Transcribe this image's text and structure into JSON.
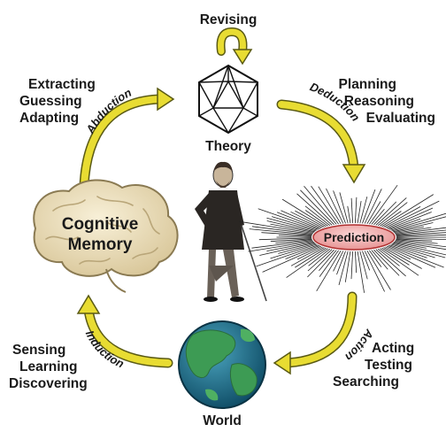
{
  "diagram": {
    "top_label": "Revising",
    "theory_label": "Theory",
    "world_label": "World",
    "memory_label_line1": "Cognitive",
    "memory_label_line2": "Memory",
    "prediction_label": "Prediction",
    "abduction": {
      "arc_label": "Abduction",
      "steps": [
        "Extracting",
        "Guessing",
        "Adapting"
      ]
    },
    "deduction": {
      "arc_label": "Deduction",
      "steps": [
        "Planning",
        "Reasoning",
        "Evaluating"
      ]
    },
    "action": {
      "arc_label": "Action",
      "steps": [
        "Acting",
        "Testing",
        "Searching"
      ]
    },
    "induction": {
      "arc_label": "Induction",
      "steps": [
        "Sensing",
        "Learning",
        "Discovering"
      ]
    }
  },
  "colors": {
    "arrow": "#e8dc32",
    "arrow_outline": "#5a5a14",
    "brain": "#efe2bc",
    "prediction_fill": "#f2b4b4",
    "prediction_stroke": "#b03030",
    "globe_ocean": "#1e6f8a",
    "globe_land": "#3d9b54"
  }
}
